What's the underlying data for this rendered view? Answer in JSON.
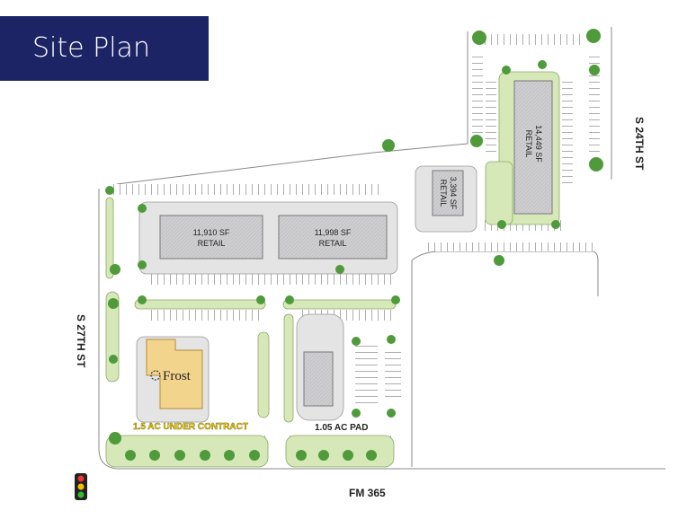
{
  "header": {
    "title": "Site Plan"
  },
  "buildings": [
    {
      "id": "retail-11910",
      "line1": "11,910 SF",
      "line2": "RETAIL"
    },
    {
      "id": "retail-11998",
      "line1": "11,998 SF",
      "line2": "RETAIL"
    },
    {
      "id": "retail-3394",
      "line1": "3,394 SF",
      "line2": "RETAIL"
    },
    {
      "id": "retail-14449",
      "line1": "14,449 SF",
      "line2": "RETAIL"
    }
  ],
  "tenant": {
    "name": "Frost"
  },
  "parcels": {
    "under_contract": "1.5 AC UNDER CONTRACT",
    "pad": "1.05 AC PAD"
  },
  "streets": {
    "west": "S 27TH ST",
    "east": "S 24TH ST",
    "south": "FM 365"
  },
  "colors": {
    "banner": "#1d2465",
    "landscape": "#d6e8b8",
    "tree": "#4f9a3a",
    "pavement": "#e4e4e4",
    "building": "#c9c9cc",
    "frost": "#f2d48c",
    "highlight": "#f5d20a"
  }
}
